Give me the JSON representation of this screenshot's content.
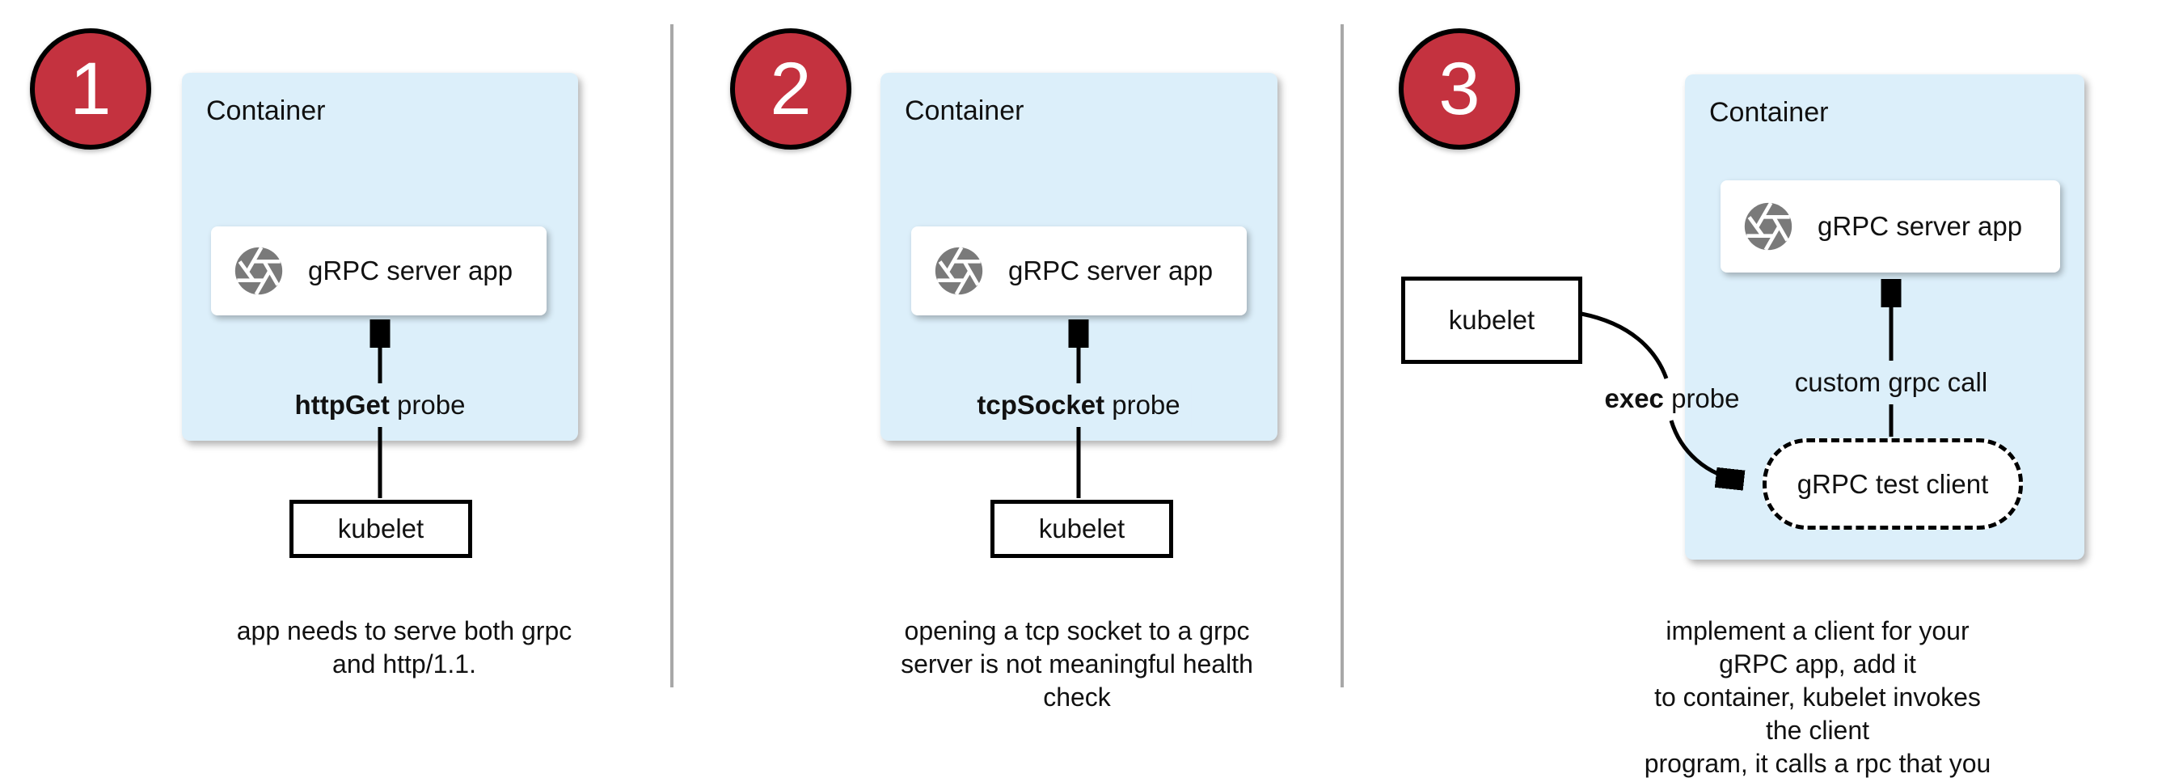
{
  "colors": {
    "badge_red": "#C4323F",
    "badge_border": "#000000",
    "container_blue": "#DCEFFA",
    "divider_gray": "#A8A8A8",
    "icon_gray": "#7A7A7A",
    "stroke_black": "#000000",
    "text": "#111111"
  },
  "panels": [
    {
      "number": "1",
      "container_label": "Container",
      "app": {
        "icon": "aperture-icon",
        "label": "gRPC server app"
      },
      "probe": {
        "bold": "httpGet",
        "rest": " probe"
      },
      "kubelet_label": "kubelet",
      "caption": "app needs to serve both grpc\nand http/1.1."
    },
    {
      "number": "2",
      "container_label": "Container",
      "app": {
        "icon": "aperture-icon",
        "label": "gRPC server app"
      },
      "probe": {
        "bold": "tcpSocket",
        "rest": " probe"
      },
      "kubelet_label": "kubelet",
      "caption": "opening a tcp socket to a grpc\nserver is not meaningful health\ncheck"
    },
    {
      "number": "3",
      "container_label": "Container",
      "app": {
        "icon": "aperture-icon",
        "label": "gRPC server app"
      },
      "probe": {
        "bold": "exec",
        "rest": " probe"
      },
      "grpc_call_label": "custom grpc call",
      "test_client_label": "gRPC test client",
      "kubelet_label": "kubelet",
      "caption": "implement a client for your gRPC app, add it\nto container, kubelet invokes the client\nprogram, it calls a rpc that you implement"
    }
  ]
}
